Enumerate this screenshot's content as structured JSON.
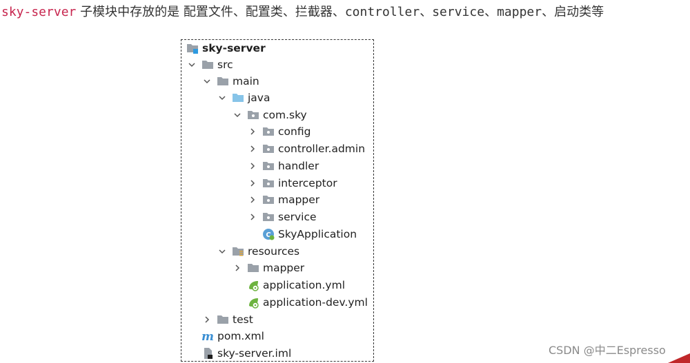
{
  "intro": {
    "module": "sky-server",
    "text_part1": " 子模块中存放的是 配置文件、配置类、拦截器、",
    "controller": "controller",
    "sep1": "、",
    "service": "service",
    "sep2": "、",
    "mapper": "mapper",
    "text_part2": "、启动类等"
  },
  "tree": {
    "root": "sky-server",
    "src": "src",
    "main": "main",
    "java": "java",
    "package": "com.sky",
    "config": "config",
    "controller_admin": "controller.admin",
    "handler": "handler",
    "interceptor": "interceptor",
    "mapper": "mapper",
    "service": "service",
    "app_class": "SkyApplication",
    "resources": "resources",
    "res_mapper": "mapper",
    "application_yml": "application.yml",
    "application_dev_yml": "application-dev.yml",
    "test": "test",
    "pom": "pom.xml",
    "iml": "sky-server.iml"
  },
  "watermark": "CSDN @中二Espresso",
  "colors": {
    "folder": "#9aa1a9",
    "source_folder": "#87c4e8",
    "spring_leaf": "#6db33f",
    "maven_m": "#3b8fd3",
    "module_badge": "#2e9ae0",
    "chevron": "#555555",
    "code_red": "#c7254e"
  }
}
